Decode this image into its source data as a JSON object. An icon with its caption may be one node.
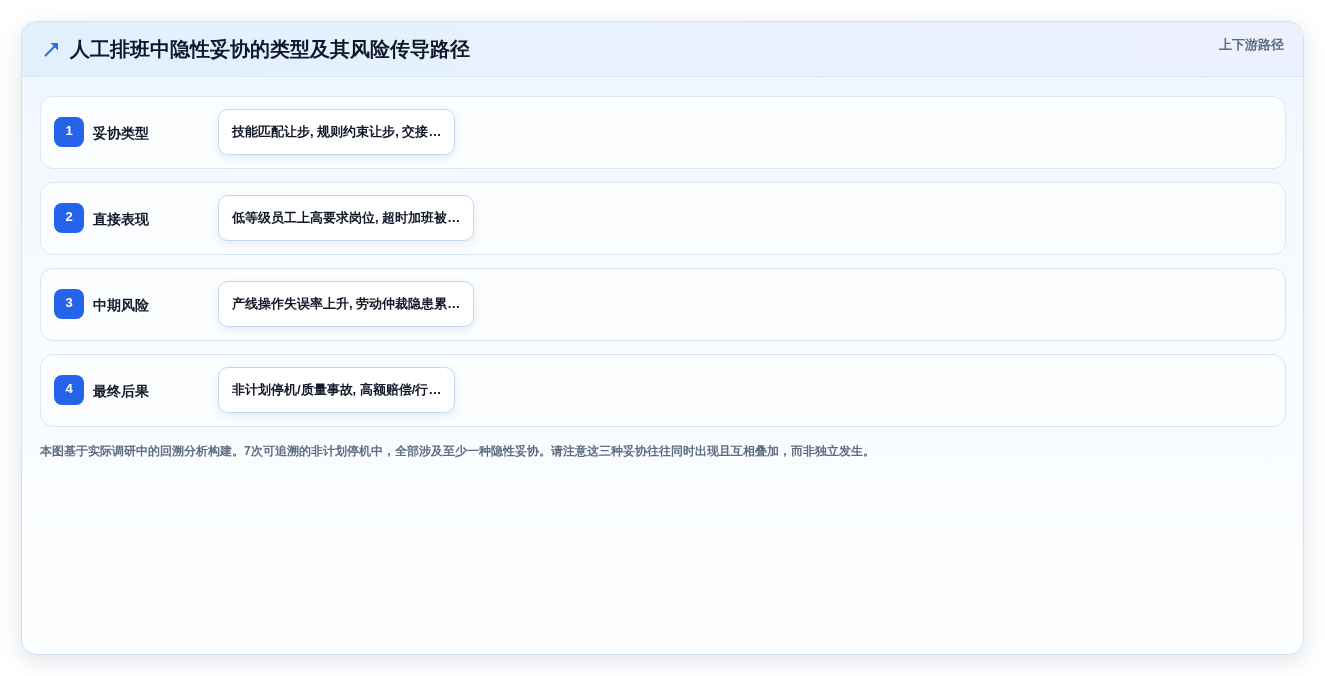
{
  "diagram": {
    "title": "人工排班中隐性妥协的类型及其风险传导路径",
    "caption": "本图基于实际调研中的回溯分析构建。7次可追溯的非计划停机中，全部涉及至少一种隐性妥协。请注意这三种妥协往往同时出现且互相叠加，而非独立发生。",
    "nodes": [
      {
        "text": [
          "妥协类型"
        ]
      },
      {
        "text": [
          "1"
        ],
        "in": 0
      },
      {
        "text": [
          "技能匹配让步, 规则约束让步, 交接…"
        ],
        "in": 0
      },
      {
        "text": [
          "直接表现"
        ]
      },
      {
        "text": [
          "2"
        ],
        "in": 3
      },
      {
        "text": [
          "低等级员工上高要求岗位, 超时加班被…"
        ],
        "in": 3
      },
      {
        "text": [
          "中期风险"
        ]
      },
      {
        "text": [
          "3"
        ],
        "in": 6
      },
      {
        "text": [
          "产线操作失误率上升, 劳动仲裁隐患累…"
        ],
        "in": 6
      },
      {
        "text": [
          "最终后果"
        ]
      },
      {
        "text": [
          "4"
        ],
        "in": 9
      },
      {
        "text": [
          "非计划停机/质量事故, 高额赔偿/行…"
        ],
        "in": 9
      }
    ],
    "labels": [
      "上下游路径"
    ]
  }
}
